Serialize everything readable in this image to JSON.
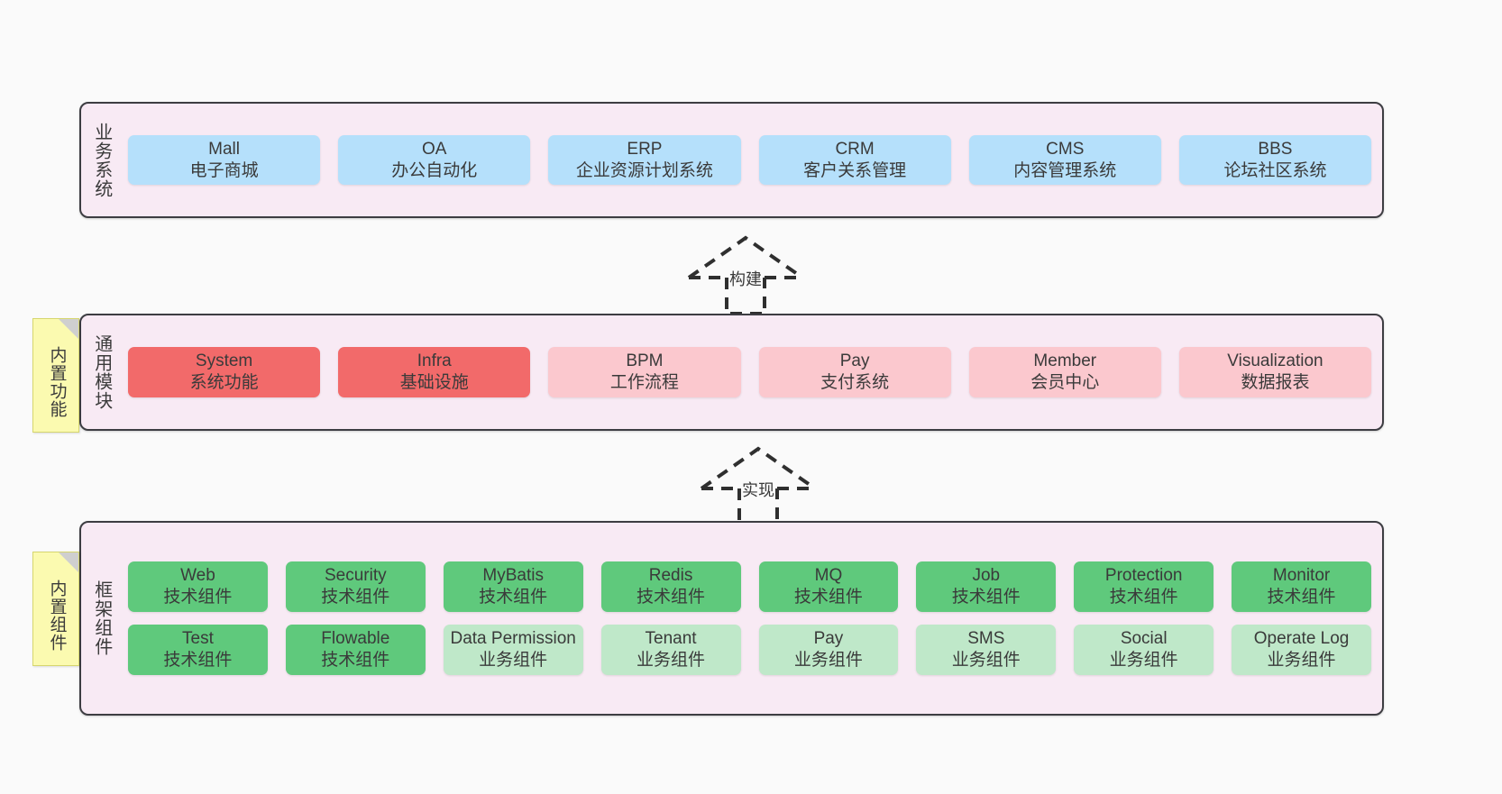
{
  "diagram": {
    "background": "#fafafa",
    "accent_colors": {
      "container_fill": "#f8eaf4",
      "container_border": "#3d3d42",
      "business": "#b5e0fb",
      "module_core": "#f26a6a",
      "module_plain": "#fbc8ce",
      "tech_component": "#5fc97c",
      "biz_component": "#bfe8c9",
      "note": "#fbfab0"
    }
  },
  "layers": {
    "business": {
      "title": "业务系统",
      "cards": [
        {
          "name": "Mall",
          "desc": "电子商城"
        },
        {
          "name": "OA",
          "desc": "办公自动化"
        },
        {
          "name": "ERP",
          "desc": "企业资源计划系统"
        },
        {
          "name": "CRM",
          "desc": "客户关系管理"
        },
        {
          "name": "CMS",
          "desc": "内容管理系统"
        },
        {
          "name": "BBS",
          "desc": "论坛社区系统"
        }
      ]
    },
    "modules": {
      "title": "通用模块",
      "note": "内置功能",
      "cards": [
        {
          "name": "System",
          "desc": "系统功能",
          "style": "core"
        },
        {
          "name": "Infra",
          "desc": "基础设施",
          "style": "core"
        },
        {
          "name": "BPM",
          "desc": "工作流程",
          "style": "plain"
        },
        {
          "name": "Pay",
          "desc": "支付系统",
          "style": "plain"
        },
        {
          "name": "Member",
          "desc": "会员中心",
          "style": "plain"
        },
        {
          "name": "Visualization",
          "desc": "数据报表",
          "style": "plain"
        }
      ]
    },
    "framework": {
      "title": "框架组件",
      "note": "内置组件",
      "row1": [
        {
          "name": "Web",
          "desc": "技术组件"
        },
        {
          "name": "Security",
          "desc": "技术组件"
        },
        {
          "name": "MyBatis",
          "desc": "技术组件"
        },
        {
          "name": "Redis",
          "desc": "技术组件"
        },
        {
          "name": "MQ",
          "desc": "技术组件"
        },
        {
          "name": "Job",
          "desc": "技术组件"
        },
        {
          "name": "Protection",
          "desc": "技术组件"
        },
        {
          "name": "Monitor",
          "desc": "技术组件"
        }
      ],
      "row2": [
        {
          "name": "Test",
          "desc": "技术组件",
          "style": "tech"
        },
        {
          "name": "Flowable",
          "desc": "技术组件",
          "style": "tech"
        },
        {
          "name": "Data Permission",
          "desc": "业务组件",
          "style": "biz"
        },
        {
          "name": "Tenant",
          "desc": "业务组件",
          "style": "biz"
        },
        {
          "name": "Pay",
          "desc": "业务组件",
          "style": "biz"
        },
        {
          "name": "SMS",
          "desc": "业务组件",
          "style": "biz"
        },
        {
          "name": "Social",
          "desc": "业务组件",
          "style": "biz"
        },
        {
          "name": "Operate Log",
          "desc": "业务组件",
          "style": "biz"
        }
      ]
    }
  },
  "arrows": [
    {
      "label": "构建"
    },
    {
      "label": "实现"
    }
  ]
}
